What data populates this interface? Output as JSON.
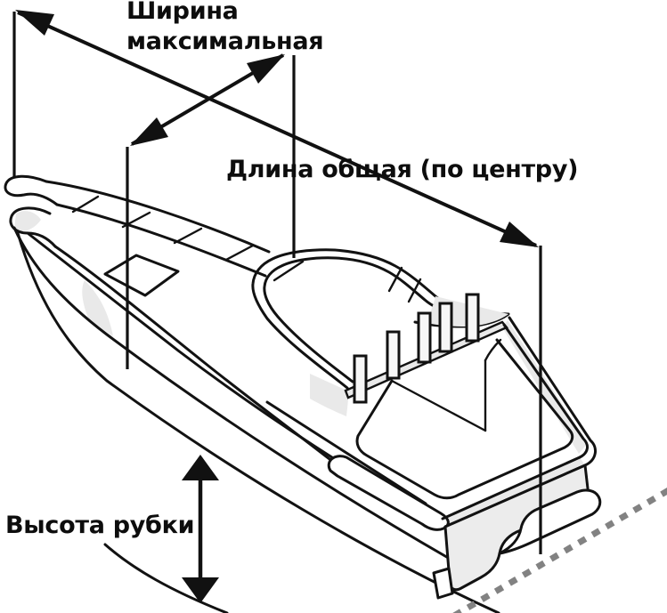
{
  "diagram": {
    "labels": {
      "width_line1": "Ширина",
      "width_line2": "максимальная",
      "length": "Длина общая (по центру)",
      "height": "Высота рубки"
    },
    "colors": {
      "background": "#ffffff",
      "line": "#111111",
      "shading": "#e9e9e9",
      "dashed_baseline": "#828282"
    },
    "dashed_baseline_stroke": "#828282"
  }
}
